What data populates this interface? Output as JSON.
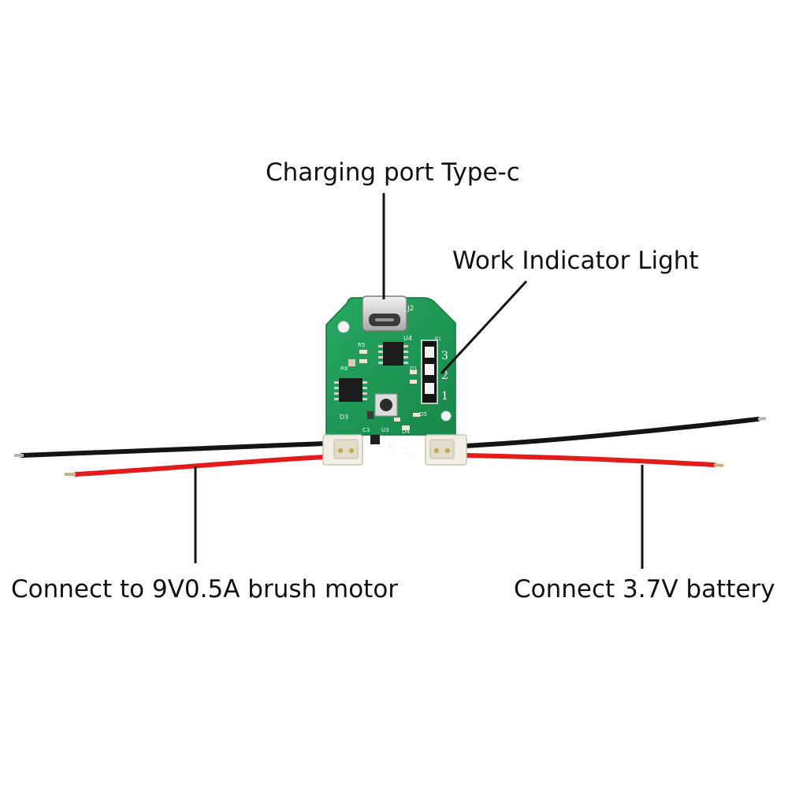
{
  "annotations": {
    "charging_port": "Charging port Type-c",
    "work_indicator": "Work Indicator Light",
    "motor": "Connect to 9V0.5A brush motor",
    "battery": "Connect 3.7V battery"
  },
  "board": {
    "silkscreen": {
      "j2": "J2",
      "u4": "U4",
      "r5": "R5",
      "r8": "R8",
      "d3": "D3",
      "d1": "D1",
      "d4": "D4",
      "d5": "D5",
      "r1": "R1",
      "c3": "C3",
      "u3": "U3",
      "r3": "R3",
      "r4": "R4",
      "led_1": "1",
      "led_2": "2",
      "led_3": "3"
    }
  },
  "colors": {
    "pcb": "#1f9a55",
    "wire_red": "#e41b1b",
    "wire_black": "#141414",
    "leader": "#111111",
    "text": "#111111"
  }
}
